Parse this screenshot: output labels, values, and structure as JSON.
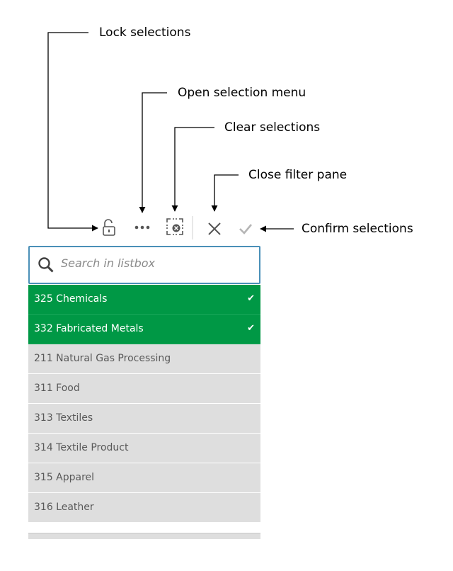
{
  "callouts": {
    "lock": "Lock selections",
    "menu": "Open selection menu",
    "clear": "Clear selections",
    "close": "Close filter pane",
    "confirm": "Confirm selections"
  },
  "toolbar": {
    "icons": [
      "lock-icon",
      "more-icon",
      "clear-selections-icon",
      "close-icon",
      "confirm-icon"
    ]
  },
  "search": {
    "placeholder": "Search in listbox"
  },
  "colors": {
    "selected": "#009845",
    "unselected": "#dedede",
    "search_border": "#4a90b8"
  },
  "list": {
    "items": [
      {
        "label": "325 Chemicals",
        "selected": true
      },
      {
        "label": "332 Fabricated Metals",
        "selected": true
      },
      {
        "label": "211 Natural Gas Processing",
        "selected": false
      },
      {
        "label": "311 Food",
        "selected": false
      },
      {
        "label": "313 Textiles",
        "selected": false
      },
      {
        "label": "314 Textile Product",
        "selected": false
      },
      {
        "label": "315 Apparel",
        "selected": false
      },
      {
        "label": "316 Leather",
        "selected": false
      }
    ],
    "check_glyph": "✔"
  }
}
